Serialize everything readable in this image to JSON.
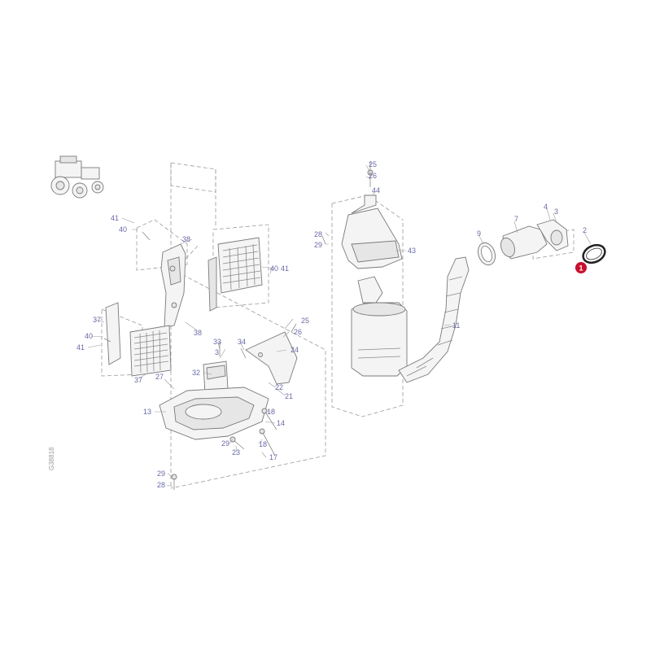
{
  "diagram": {
    "reference_code": "G38818",
    "highlight_marker": {
      "label": "1",
      "color": "#c8102e"
    },
    "callouts": {
      "c41a": "41",
      "c40a": "40",
      "c38a": "38",
      "c37a": "37",
      "c40b": "40",
      "c41b": "41",
      "c37b": "37",
      "c38b": "38",
      "c28a": "28",
      "c29a": "29",
      "c40c": "40",
      "c41c": "41",
      "c33": "33",
      "c3a": "3",
      "c34": "34",
      "c25a": "25",
      "c26a": "26",
      "c24": "24",
      "c32": "32",
      "c27": "27",
      "c22": "22",
      "c21": "21",
      "c13": "13",
      "c18a": "18",
      "c14": "14",
      "c29b": "29",
      "c23": "23",
      "c18b": "18",
      "c17": "17",
      "c29c": "29",
      "c28b": "28",
      "c25b": "25",
      "c26b": "26",
      "c44": "44",
      "c43": "43",
      "c11": "11",
      "c9": "9",
      "c7": "7",
      "c4": "4",
      "c3b": "3",
      "c2": "2"
    }
  }
}
